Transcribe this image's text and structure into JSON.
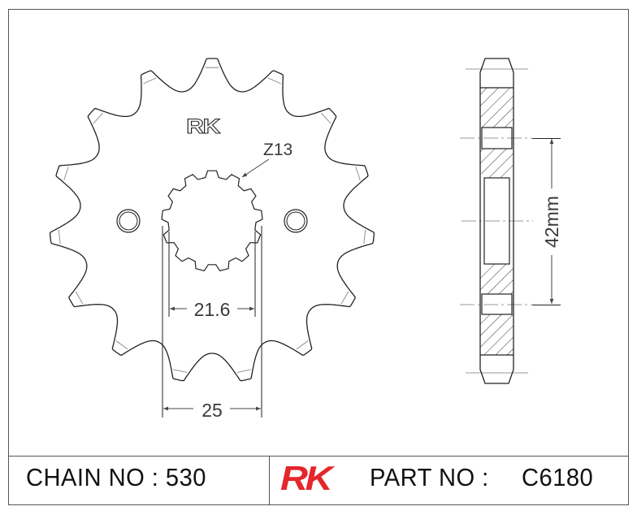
{
  "drawing": {
    "type": "sprocket technical drawing",
    "brand_mark": "RK",
    "front_view": {
      "sprocket_teeth": 15,
      "spline_label": "Z13",
      "spline_teeth": 13,
      "dim_spline_inner": "21.6",
      "dim_spline_outer": "25",
      "mounting_holes": 2
    },
    "side_view": {
      "dim_hole_spacing": "42mm"
    }
  },
  "footer": {
    "chain_label": "CHAIN NO : 530",
    "brand_logo": "RK",
    "part_label": "PART NO :",
    "part_value": "C6180"
  },
  "colors": {
    "line": "#222222",
    "thin_line": "#777777",
    "brand_red": "#e5262b",
    "border": "#555555"
  }
}
